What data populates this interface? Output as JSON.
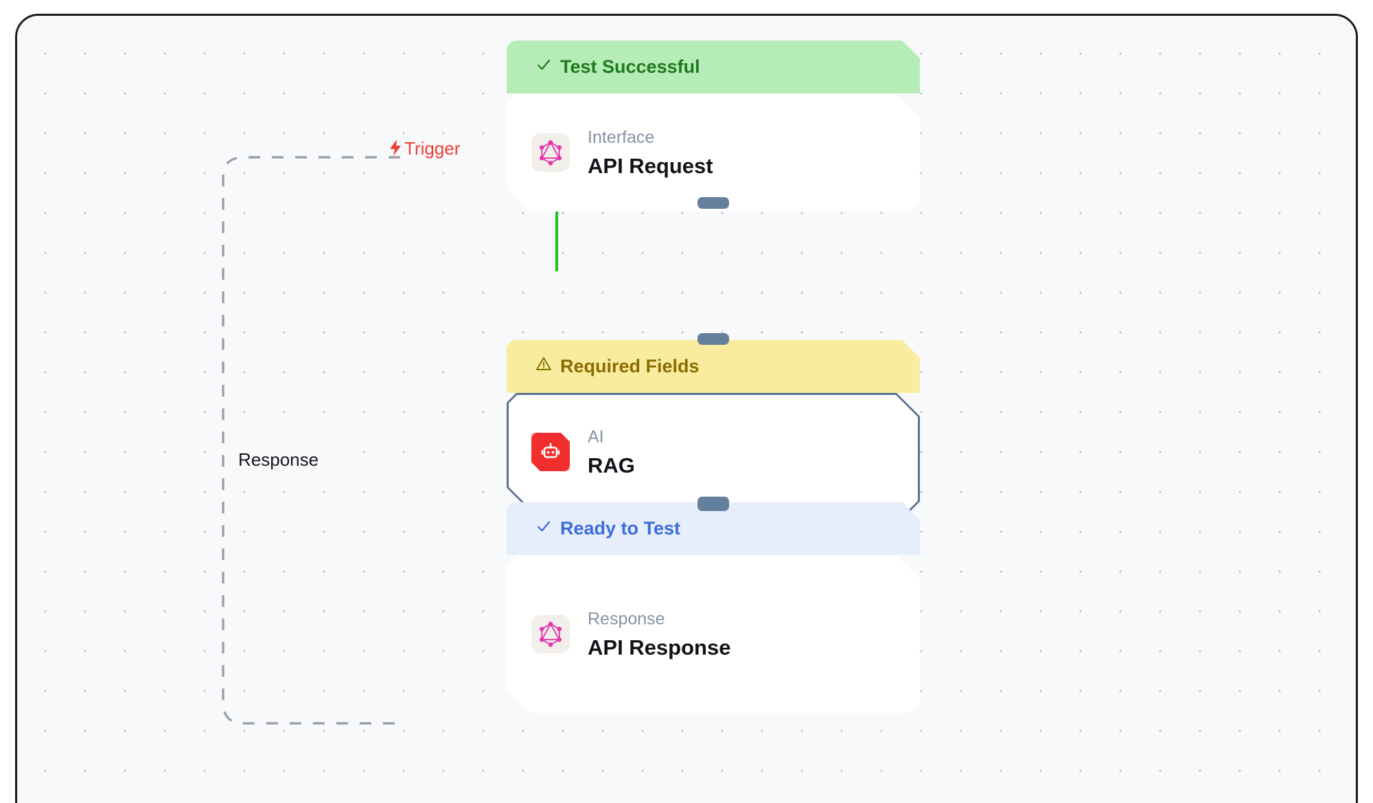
{
  "canvas": {
    "background_color": "#f8f9fb",
    "dot_color": "#b9bcc4",
    "frame_border_color": "#1b1b1f"
  },
  "edges": [
    {
      "id": "trigger-edge",
      "label": "Trigger",
      "icon": "lightning-bolt-icon",
      "icon_glyph": "⚡",
      "color": "#ef3e36",
      "style": "dashed",
      "stroke": "#9aa0a8",
      "from": "api-request-node",
      "to": "api-response-node"
    },
    {
      "id": "response-edge",
      "label": "Response",
      "color": "#16181d",
      "style": "dashed",
      "stroke": "#9aa0a8"
    },
    {
      "id": "request-to-rag-edge",
      "style": "solid",
      "stroke": "#22c11e",
      "from": "api-request-node",
      "to": "rag-node"
    },
    {
      "id": "rag-to-response-edge",
      "style": "solid",
      "stroke": "#64809c",
      "from": "rag-node",
      "to": "api-response-node"
    }
  ],
  "nodes": [
    {
      "id": "api-request-node",
      "status": {
        "label": "Test Successful",
        "icon": "check-icon",
        "icon_glyph": "✓",
        "text_color": "#1f7a1f",
        "background_color": "#b6ecb6"
      },
      "kind": "Interface",
      "title": "API Request",
      "icon": "graphql-icon",
      "icon_color": "#e535ab",
      "icon_tile_color": "#f2efea",
      "outlined": false
    },
    {
      "id": "rag-node",
      "status": {
        "label": "Required Fields",
        "icon": "warning-triangle-icon",
        "icon_glyph": "⚠",
        "text_color": "#8a6d00",
        "background_color": "#faec9f"
      },
      "kind": "AI",
      "title": "RAG",
      "icon": "robot-icon",
      "icon_color": "#ffffff",
      "icon_tile_color": "#f02e2e",
      "outlined": true
    },
    {
      "id": "api-response-node",
      "status": {
        "label": "Ready to Test",
        "icon": "check-icon",
        "icon_glyph": "✓",
        "text_color": "#3c6ddb",
        "background_color": "#e6edfb"
      },
      "kind": "Response",
      "title": "API Response",
      "icon": "graphql-icon",
      "icon_color": "#e535ab",
      "icon_tile_color": "#f2efea",
      "outlined": false
    }
  ]
}
